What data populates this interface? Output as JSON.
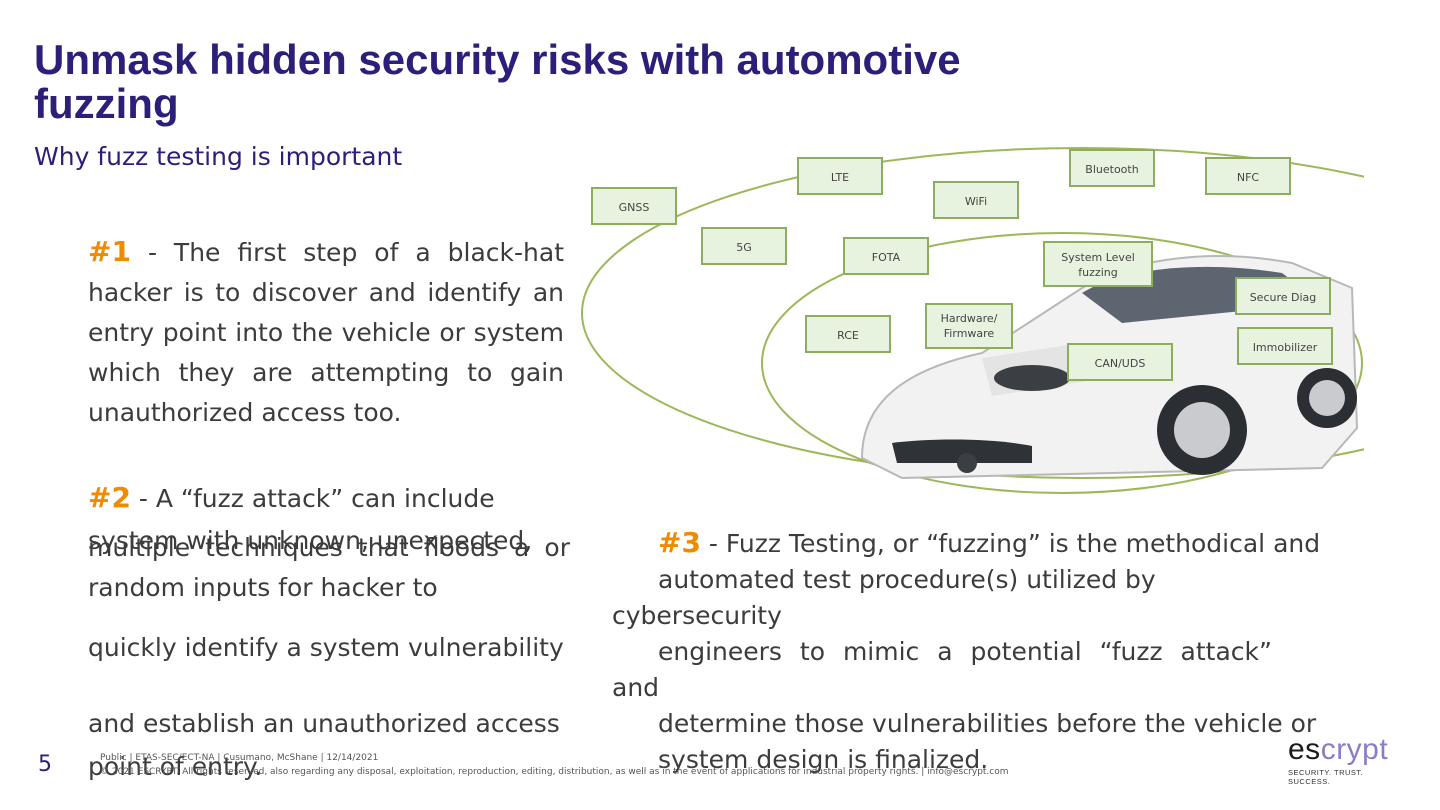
{
  "slide": {
    "title": "Unmask hidden security risks with automotive fuzzing",
    "subtitle": "Why fuzz testing is important"
  },
  "points": {
    "p1_num": "#1",
    "p1_text": "- The first step of a black-hat hacker is to discover and identify an entry point into the vehicle or system which they are attempting to gain unauthorized access too.",
    "p2_num": "#2",
    "p2_text": "- A “fuzz attack” can include",
    "p2_overlap": "system with unknown, unexpected,",
    "p2_text_b": "multiple techniques that floods a or random inputs for hacker to",
    "p2_text_c1": "quickly identify a system vulnerability",
    "p2_text_c2": "and establish an unauthorized access",
    "p2_text_c3": "point of entry.",
    "p3_num": "#3",
    "p3_line1": "- Fuzz Testing, or “fuzzing” is the methodical and",
    "p3_line2": "automated test procedure(s) utilized by",
    "p3_line3": "cybersecurity",
    "p3_line4": "engineers to mimic a potential “fuzz attack”",
    "p3_line5": "and",
    "p3_line6": "determine those vulnerabilities before the vehicle or",
    "p3_line7": "system design is finalized."
  },
  "figure": {
    "labels": {
      "gnss": "GNSS",
      "lte": "LTE",
      "fiveg": "5G",
      "wifi": "WiFi",
      "bluetooth": "Bluetooth",
      "nfc": "NFC",
      "fota": "FOTA",
      "system_level_1": "System Level",
      "system_level_2": "fuzzing",
      "secure_diag": "Secure Diag",
      "hardware_1": "Hardware/",
      "hardware_2": "Firmware",
      "rce": "RCE",
      "immobilizer": "Immobilizer",
      "can_uds": "CAN/UDS"
    }
  },
  "footer": {
    "page_number": "5",
    "line1": "Public | ETAS-SEC/ECT-NA | Cusumano, McShane | 12/14/2021",
    "line2": "© 2021 ESCRYPT. All rights reserved, also regarding any disposal, exploitation, reproduction, editing, distribution, as well as in the event of applications for industrial property rights. | info@escrypt.com",
    "logo_es": "es",
    "logo_crypt": "crypt",
    "logo_tagline": "SECURITY. TRUST. SUCCESS."
  },
  "colors": {
    "title": "#2b1f7a",
    "accent_number": "#f08a00",
    "ellipse": "#9cb85a",
    "label_fill": "#e8f3df",
    "label_border": "#8cae5c"
  }
}
